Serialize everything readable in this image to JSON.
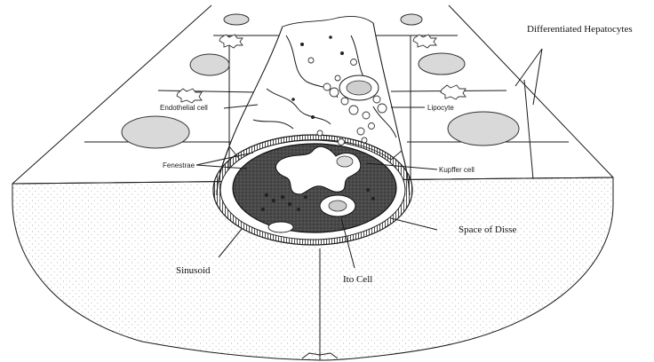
{
  "labels": {
    "differentiated_hepatocytes": "Differentiated Hepatocytes",
    "endothelial_cell": "Endothelial cell",
    "lipocyte": "Lipocyte",
    "fenestrae": "Fenestrae",
    "kupffer_cell": "Kupffer cell",
    "space_of_disse": "Space of Disse",
    "sinusoid": "Sinusoid",
    "ito_cell": "Ito Cell"
  },
  "colors": {
    "line": "#1a1a1a",
    "nucleus_fill": "#d9d9d9",
    "stipple": "#9a9a9a",
    "lumen_fill": "#3a3a3a",
    "background": "#ffffff"
  }
}
